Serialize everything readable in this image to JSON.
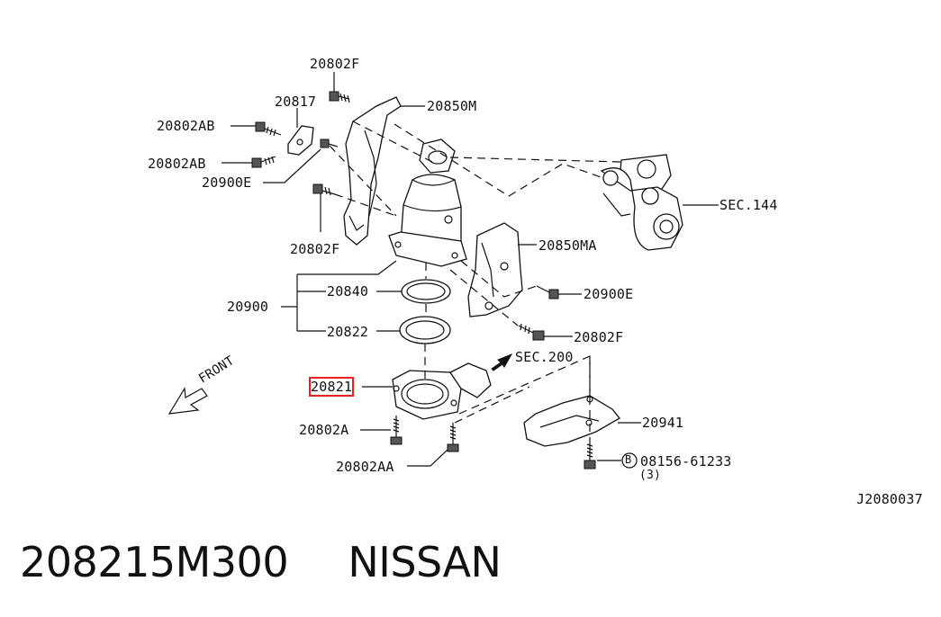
{
  "labels": {
    "p20802F_top": "20802F",
    "p20817": "20817",
    "p20850M": "20850M",
    "p20802AB_1": "20802AB",
    "p20802AB_2": "20802AB",
    "p20900E_left": "20900E",
    "p20802F_mid": "20802F",
    "sec144": "SEC.144",
    "p20850MA": "20850MA",
    "p20900E_right": "20900E",
    "p20900": "20900",
    "p20840": "20840",
    "p20822": "20822",
    "p20802F_right": "20802F",
    "sec200": "SEC.200",
    "p20821": "20821",
    "front": "FRONT",
    "p20941": "20941",
    "p20802A": "20802A",
    "p20802AA": "20802AA",
    "bolt_symbol": "B",
    "p08156": "08156-61233",
    "qty": "(3)",
    "diagram_id": "J2080037"
  },
  "caption": {
    "part_number": "208215M300",
    "brand": "NISSAN"
  },
  "colors": {
    "highlight": "#e8201f",
    "ink": "#111111"
  }
}
